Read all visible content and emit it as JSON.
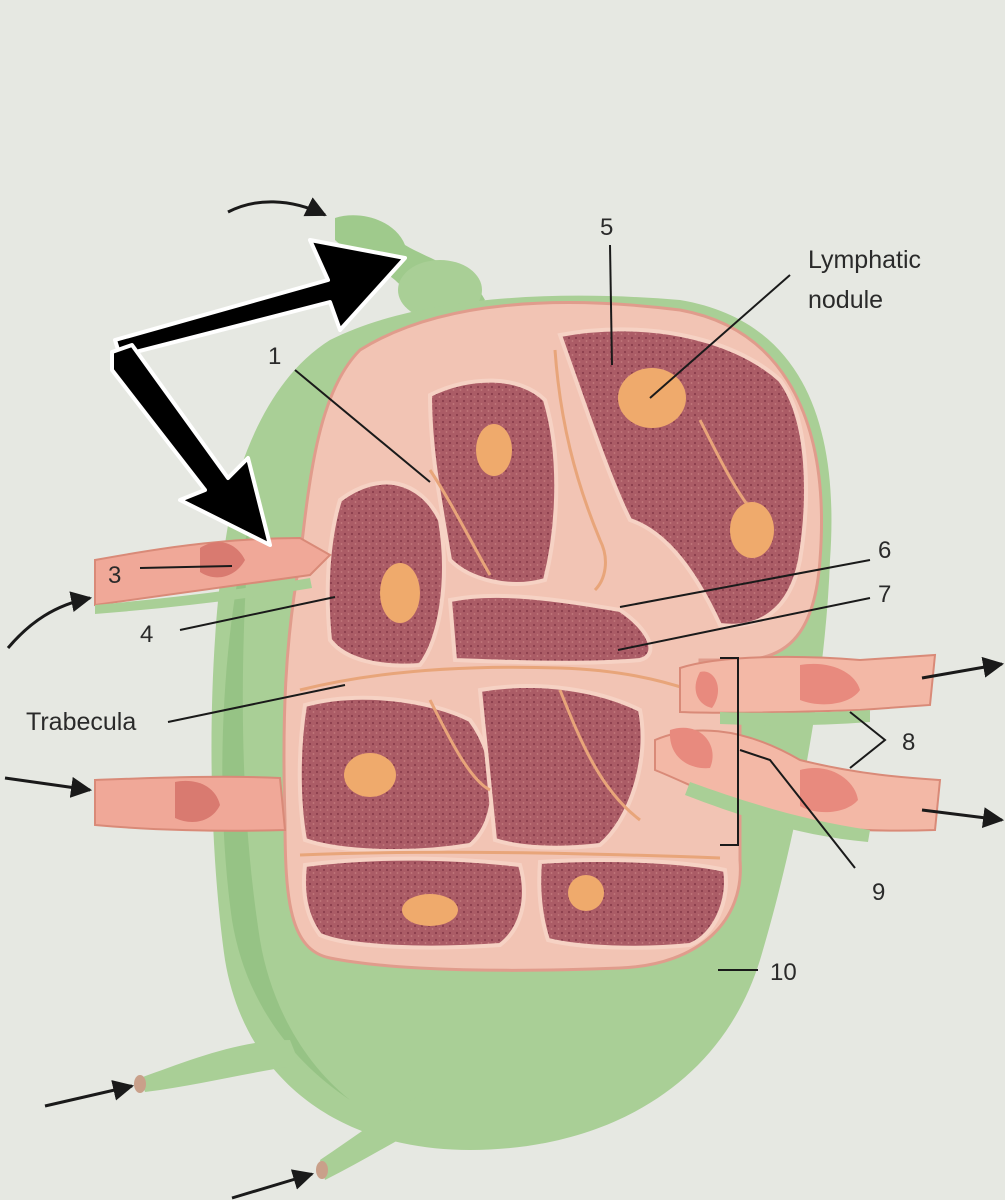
{
  "labels": {
    "n1": "1",
    "n3": "3",
    "n4": "4",
    "n5": "5",
    "n6": "6",
    "n7": "7",
    "n8": "8",
    "n9": "9",
    "n10": "10",
    "nodule_line1": "Lymphatic",
    "nodule_line2": "nodule",
    "trabecula": "Trabecula"
  },
  "colors": {
    "paper": "#e6e8e2",
    "capsule_green": "#a9cf96",
    "cortex_pink": "#f2c4b4",
    "tissue_dark": "#a85a62",
    "germinal_center": "#efaa6c",
    "vessel_pink": "#f0a898",
    "annotation_arrow": "#000000"
  }
}
